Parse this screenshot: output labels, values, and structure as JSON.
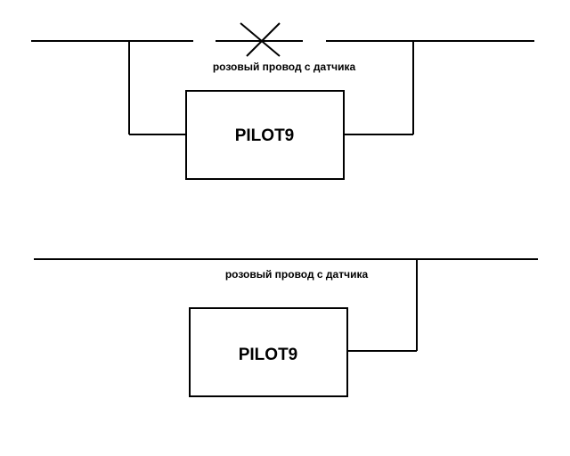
{
  "diagrams": [
    {
      "id": "top",
      "wire_label": "розовый провод с датчика",
      "device_label": "PILOT9",
      "cut_marker_icon": "x-cross-icon"
    },
    {
      "id": "bottom",
      "wire_label": "розовый провод с датчика",
      "device_label": "PILOT9"
    }
  ],
  "colors": {
    "line": "#000000",
    "background": "#ffffff"
  }
}
